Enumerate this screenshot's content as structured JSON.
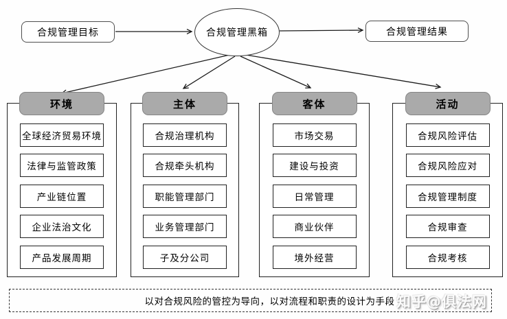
{
  "top": {
    "goal": "合规管理目标",
    "blackbox": "合规管理黑箱",
    "result": "合规管理结果"
  },
  "columns": [
    {
      "header": "环境",
      "items": [
        "全球经济贸易环境",
        "法律与监管政策",
        "产业链位置",
        "企业法治文化",
        "产品发展周期"
      ]
    },
    {
      "header": "主体",
      "items": [
        "合规治理机构",
        "合规牵头机构",
        "职能管理部门",
        "业务管理部门",
        "子及分公司"
      ]
    },
    {
      "header": "客体",
      "items": [
        "市场交易",
        "建设与投资",
        "日常管理",
        "商业伙伴",
        "境外经营"
      ]
    },
    {
      "header": "活动",
      "items": [
        "合规风险评估",
        "合规风险应对",
        "合规管理制度",
        "合规审查",
        "合规考核"
      ]
    }
  ],
  "footer": {
    "text": "以对合规风险的管控为导向，以对流程和职责的设计为手段"
  },
  "watermark": "知乎@俱法网",
  "colors": {
    "header_fill": "#aaaaaa",
    "header_border": "#858585",
    "line": "#1a1a1a",
    "box_border": "#1f1f1f"
  }
}
